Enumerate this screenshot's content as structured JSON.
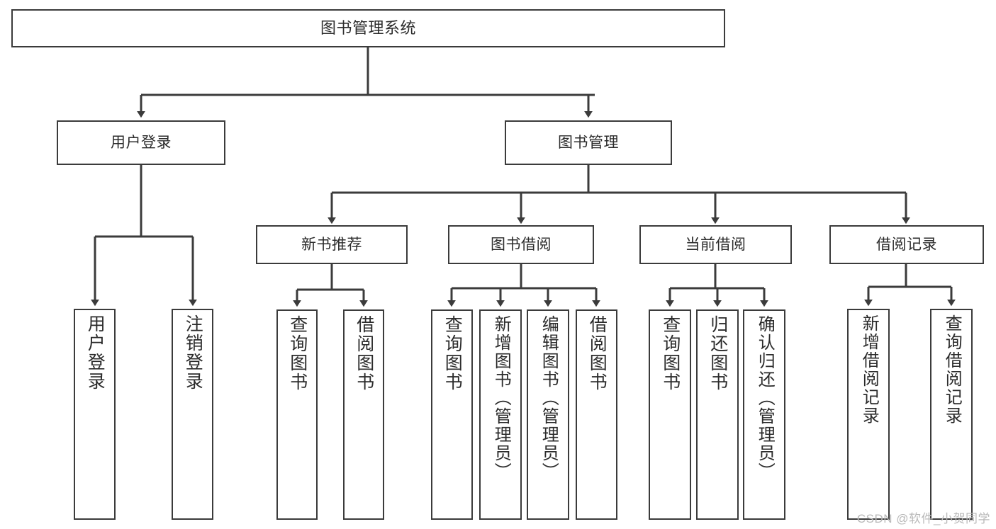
{
  "diagram": {
    "type": "tree-hierarchy",
    "title": "图书管理系统",
    "orientation": "top-down",
    "colors": {
      "box_border": "#3b3b3b",
      "box_fill": "#ffffff",
      "edge": "#3b3b3b",
      "text": "#2b2b2b",
      "watermark": "#b9b9b9",
      "background": "#ffffff"
    },
    "root": {
      "id": "root",
      "label": "图书管理系统"
    },
    "level2": [
      {
        "id": "user-login",
        "label": "用户登录"
      },
      {
        "id": "book-manage",
        "label": "图书管理"
      }
    ],
    "level3": [
      {
        "id": "new-book-recommend",
        "label": "新书推荐",
        "parent": "book-manage"
      },
      {
        "id": "book-borrow",
        "label": "图书借阅",
        "parent": "book-manage"
      },
      {
        "id": "current-borrow",
        "label": "当前借阅",
        "parent": "book-manage"
      },
      {
        "id": "borrow-record",
        "label": "借阅记录",
        "parent": "book-manage"
      }
    ],
    "leaves": [
      {
        "id": "leaf-user-login",
        "label": "用户登录",
        "parent": "user-login"
      },
      {
        "id": "leaf-logout-login",
        "label": "注销登录",
        "parent": "user-login"
      },
      {
        "id": "leaf-query-book-1",
        "label": "查询图书",
        "parent": "new-book-recommend"
      },
      {
        "id": "leaf-borrow-book-1",
        "label": "借阅图书",
        "parent": "new-book-recommend"
      },
      {
        "id": "leaf-query-book-2",
        "label": "查询图书",
        "parent": "book-borrow"
      },
      {
        "id": "leaf-add-book",
        "label": "新增图书（管理员）",
        "parent": "book-borrow"
      },
      {
        "id": "leaf-edit-book",
        "label": "编辑图书（管理员）",
        "parent": "book-borrow"
      },
      {
        "id": "leaf-borrow-book-2",
        "label": "借阅图书",
        "parent": "book-borrow"
      },
      {
        "id": "leaf-query-book-3",
        "label": "查询图书",
        "parent": "current-borrow"
      },
      {
        "id": "leaf-return-book",
        "label": "归还图书",
        "parent": "current-borrow"
      },
      {
        "id": "leaf-confirm-return",
        "label": "确认归还（管理员）",
        "parent": "current-borrow"
      },
      {
        "id": "leaf-add-record",
        "label": "新增借阅记录",
        "parent": "borrow-record"
      },
      {
        "id": "leaf-query-record",
        "label": "查询借阅记录",
        "parent": "borrow-record"
      }
    ]
  },
  "watermark": {
    "text": "CSDN @软件_小贺同学"
  }
}
